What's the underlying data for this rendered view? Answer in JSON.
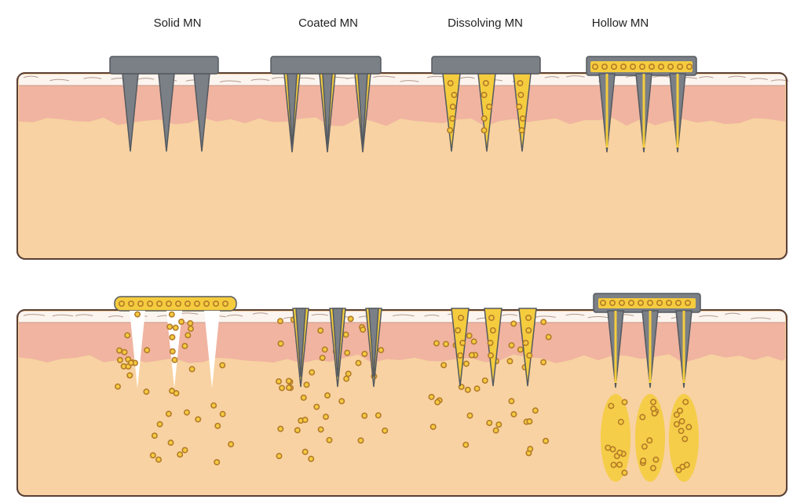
{
  "labels": [
    "Solid MN",
    "Coated MN",
    "Dissolving MN",
    "Hollow MN"
  ],
  "colors": {
    "dermis": "#f8d2a2",
    "dermis_dark": "#f0c089",
    "epidermis": "#eeb0a0",
    "stratum": "#fbf4ef",
    "outline": "#5a4036",
    "needle_gray": "#7b7f86",
    "drug_gold": "#f4cc3e",
    "dot": "#b57b2a"
  }
}
